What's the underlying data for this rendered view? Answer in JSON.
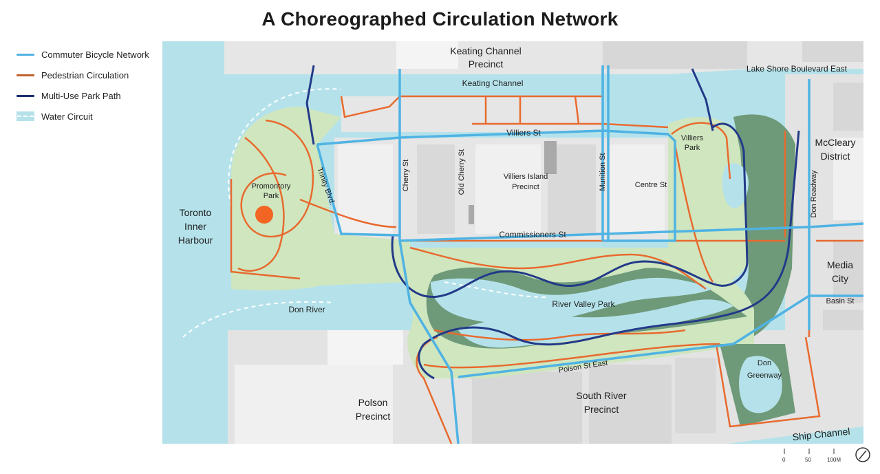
{
  "title": "A Choreographed Circulation Network",
  "legend": [
    {
      "label": "Commuter Bicycle Network",
      "color": "#4fb3e3",
      "kind": "line"
    },
    {
      "label": "Pedestrian Circulation",
      "color": "#c0622b",
      "kind": "line"
    },
    {
      "label": "Multi-Use Park Path",
      "color": "#1d2f6b",
      "kind": "line"
    },
    {
      "label": "Water Circuit",
      "color": "#b5e2ea",
      "kind": "water"
    }
  ],
  "colors": {
    "water": "#b5e2ea",
    "park": "#cfe6bf",
    "park_dark": "#6f9a7a",
    "block": "#d7d7d7",
    "block_light": "#e6e6e6",
    "road": "#f4f4f4",
    "bike": "#4fb3e3",
    "ped": "#e86a2e",
    "multi": "#233a88",
    "building": "#a9a9a9",
    "marker": "#f26522"
  },
  "labels": {
    "keating_precinct_1": "Keating Channel",
    "keating_precinct_2": "Precinct",
    "keating_channel": "Keating Channel",
    "lake_shore": "Lake Shore Boulevard East",
    "villiers_st": "Villiers St",
    "villiers_park_1": "Villiers",
    "villiers_park_2": "Park",
    "mccleary_1": "McCleary",
    "mccleary_2": "District",
    "promontory_1": "Promontory",
    "promontory_2": "Park",
    "trinity": "Trinity Blvd.",
    "cherry": "Cherry St",
    "old_cherry": "Old Cherry St",
    "villiers_island_1": "Villiers Island",
    "villiers_island_2": "Precinct",
    "munition": "Munition St",
    "centre": "Centre St",
    "don_roadway": "Don Roadway",
    "toronto_1": "Toronto",
    "toronto_2": "Inner",
    "toronto_3": "Harbour",
    "commissioners": "Commissioners St",
    "media_1": "Media",
    "media_2": "City",
    "basin": "Basin St",
    "don_river": "Don River",
    "river_valley": "River Valley Park",
    "polson_st": "Polson St East",
    "don_greenway_1": "Don",
    "don_greenway_2": "Greenway",
    "polson_precinct_1": "Polson",
    "polson_precinct_2": "Precinct",
    "south_river_1": "South River",
    "south_river_2": "Precinct",
    "ship_channel": "Ship Channel"
  },
  "scale": {
    "ticks": [
      "0",
      "50",
      "100M"
    ]
  }
}
